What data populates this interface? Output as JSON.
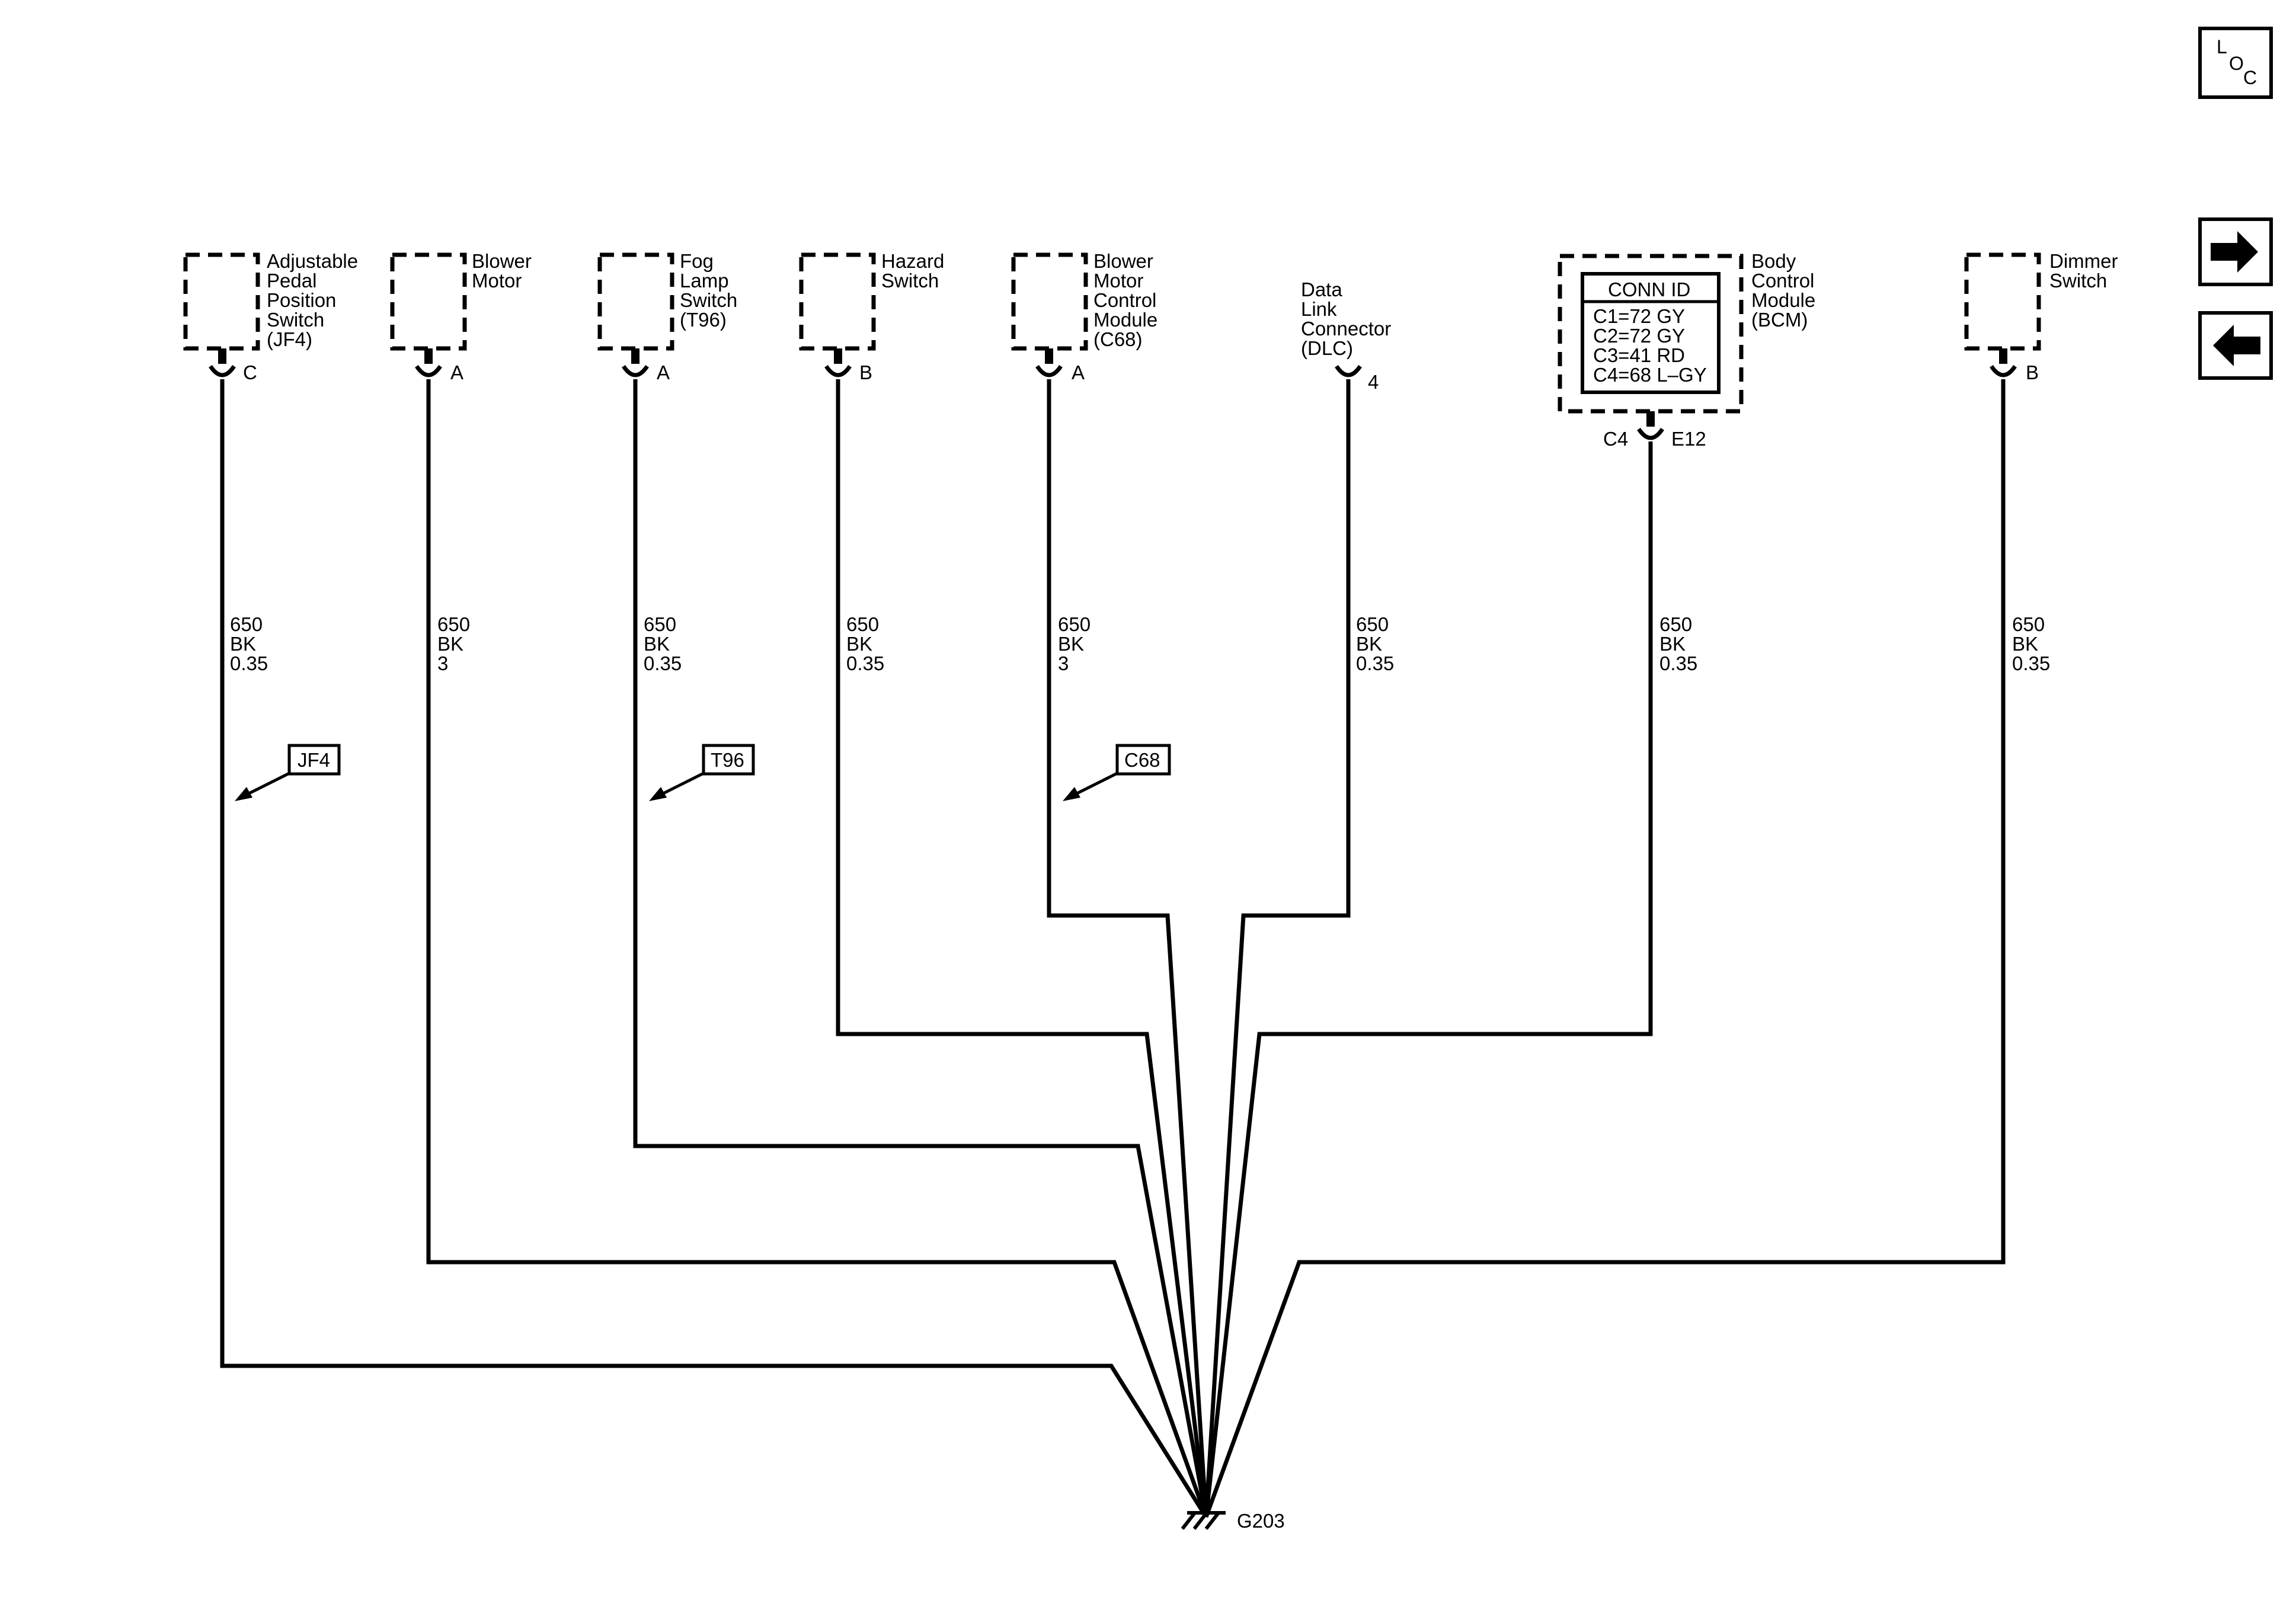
{
  "nav": {
    "loc_letters": [
      "L",
      "O",
      "C"
    ],
    "next_icon": "arrow-right-icon",
    "prev_icon": "arrow-left-icon"
  },
  "components": {
    "apps": {
      "lines": [
        "Adjustable",
        "Pedal",
        "Position",
        "Switch",
        "(JF4)"
      ],
      "pin": "C"
    },
    "blower_motor": {
      "lines": [
        "Blower",
        "Motor"
      ],
      "pin": "A"
    },
    "fog_lamp": {
      "lines": [
        "Fog",
        "Lamp",
        "Switch",
        "(T96)"
      ],
      "pin": "A"
    },
    "hazard": {
      "lines": [
        "Hazard",
        "Switch"
      ],
      "pin": "B"
    },
    "bmcm": {
      "lines": [
        "Blower",
        "Motor",
        "Control",
        "Module",
        "(C68)"
      ],
      "pin": "A"
    },
    "dlc": {
      "lines": [
        "Data",
        "Link",
        "Connector",
        "(DLC)"
      ],
      "pin": "4"
    },
    "bcm": {
      "lines": [
        "Body",
        "Control",
        "Module",
        "(BCM)"
      ],
      "conn_header": "CONN ID",
      "conn_rows": [
        "C1=72 GY",
        "C2=72 GY",
        "C3=41 RD",
        "C4=68 L–GY"
      ],
      "connector": "C4",
      "pin": "E12"
    },
    "dimmer": {
      "lines": [
        "Dimmer",
        "Switch"
      ],
      "pin": "B"
    }
  },
  "wires": {
    "apps": [
      "650",
      "BK",
      "0.35"
    ],
    "blower_motor": [
      "650",
      "BK",
      "3"
    ],
    "fog_lamp": [
      "650",
      "BK",
      "0.35"
    ],
    "hazard": [
      "650",
      "BK",
      "0.35"
    ],
    "bmcm": [
      "650",
      "BK",
      "3"
    ],
    "dlc": [
      "650",
      "BK",
      "0.35"
    ],
    "bcm": [
      "650",
      "BK",
      "0.35"
    ],
    "dimmer": [
      "650",
      "BK",
      "0.35"
    ]
  },
  "callouts": {
    "jf4": "JF4",
    "t96": "T96",
    "c68": "C68"
  },
  "ground": {
    "label": "G203"
  }
}
